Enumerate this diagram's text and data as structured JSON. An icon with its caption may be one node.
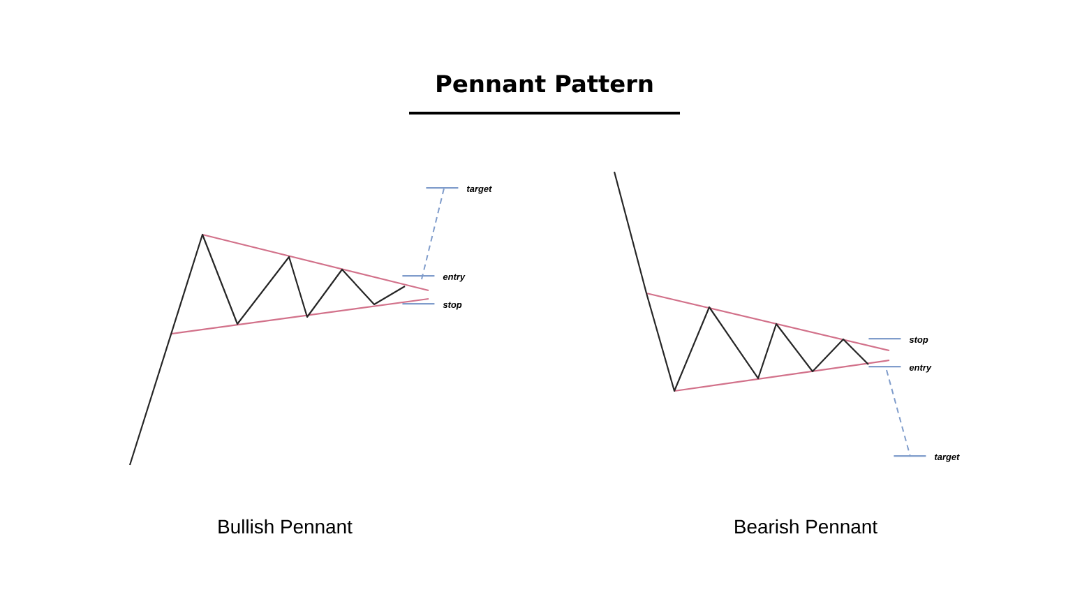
{
  "diagram": {
    "title": "Pennant Pattern",
    "nodes": [
      {
        "text": [
          "target"
        ]
      },
      {
        "text": [
          "entry"
        ]
      },
      {
        "text": [
          "stop"
        ]
      },
      {
        "text": [
          "stop"
        ]
      },
      {
        "text": [
          "entry"
        ]
      },
      {
        "text": [
          "target"
        ]
      }
    ],
    "edges": [
      {
        "from": 1,
        "to": 0,
        "arrow": "none",
        "style": "dashed"
      },
      {
        "from": 4,
        "to": 5,
        "arrow": "none",
        "style": "dashed"
      }
    ],
    "labels": [
      "Bullish Pennant",
      "Bearish Pennant"
    ]
  }
}
